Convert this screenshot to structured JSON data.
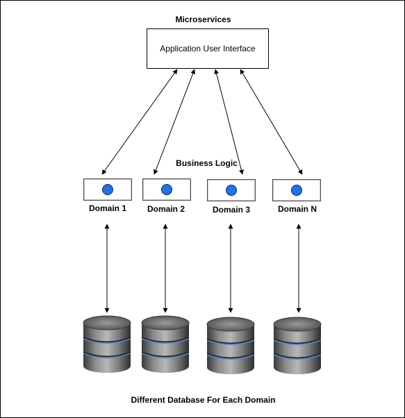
{
  "diagram": {
    "header": "Microservices",
    "ui_box_label": "Application User Interface",
    "business_logic_label": "Business Logic",
    "footer": "Different Database For Each Domain",
    "domains": [
      {
        "label": "Domain 1"
      },
      {
        "label": "Domain 2"
      },
      {
        "label": "Domain 3"
      },
      {
        "label": "Domain N"
      }
    ],
    "colors": {
      "dot": "#1e73e8",
      "db_ring": "#4a8df0"
    }
  }
}
